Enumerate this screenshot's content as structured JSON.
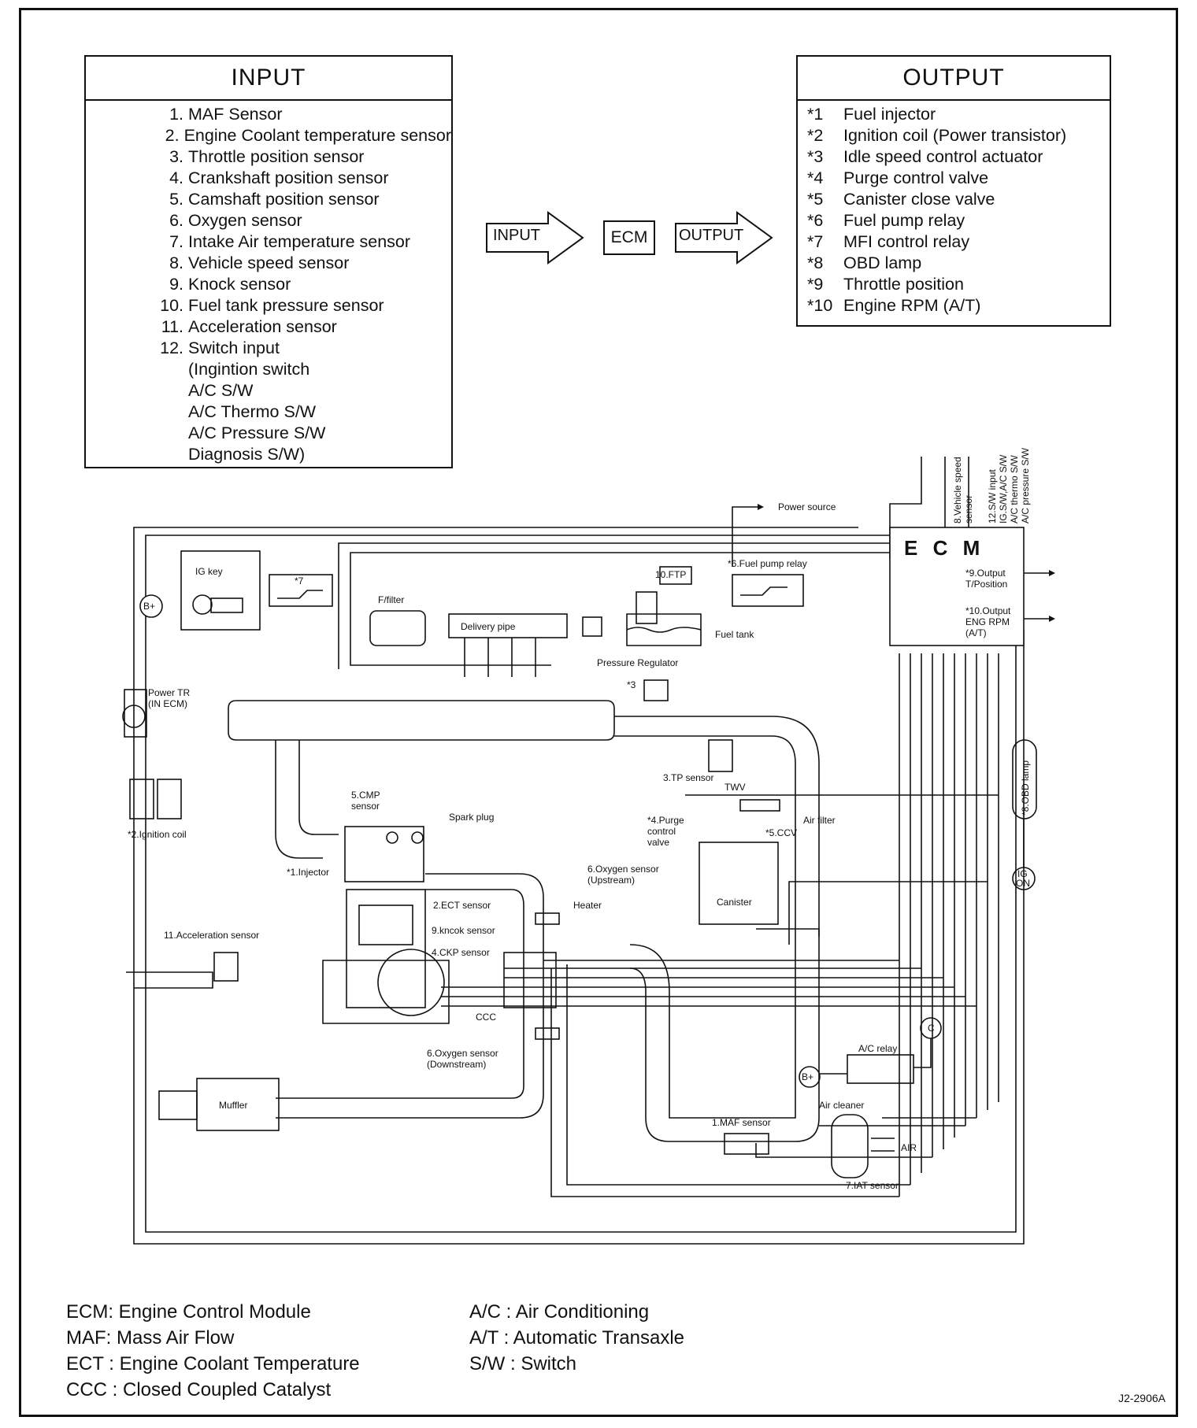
{
  "input_box": {
    "title": "INPUT",
    "items": [
      {
        "num": "1.",
        "label": "MAF Sensor"
      },
      {
        "num": "2.",
        "label": "Engine Coolant temperature sensor"
      },
      {
        "num": "3.",
        "label": "Throttle position sensor"
      },
      {
        "num": "4.",
        "label": "Crankshaft position sensor"
      },
      {
        "num": "5.",
        "label": "Camshaft position sensor"
      },
      {
        "num": "6.",
        "label": "Oxygen sensor"
      },
      {
        "num": "7.",
        "label": "Intake Air temperature sensor"
      },
      {
        "num": "8.",
        "label": "Vehicle speed sensor"
      },
      {
        "num": "9.",
        "label": "Knock sensor"
      },
      {
        "num": "10.",
        "label": "Fuel tank pressure sensor"
      },
      {
        "num": "11.",
        "label": "Acceleration sensor"
      },
      {
        "num": "12.",
        "label": "Switch input"
      }
    ],
    "sub_items": [
      "(Ingintion switch",
      "A/C S/W",
      "A/C Thermo S/W",
      "A/C Pressure S/W",
      "Diagnosis S/W)"
    ]
  },
  "output_box": {
    "title": "OUTPUT",
    "items": [
      {
        "num": "*1",
        "label": "Fuel injector"
      },
      {
        "num": "*2",
        "label": "Ignition coil (Power transistor)"
      },
      {
        "num": "*3",
        "label": "Idle speed control actuator"
      },
      {
        "num": "*4",
        "label": "Purge control valve"
      },
      {
        "num": "*5",
        "label": "Canister close valve"
      },
      {
        "num": "*6",
        "label": "Fuel pump relay"
      },
      {
        "num": "*7",
        "label": "MFI control relay"
      },
      {
        "num": "*8",
        "label": "OBD lamp"
      },
      {
        "num": "*9",
        "label": "Throttle position"
      },
      {
        "num": "*10",
        "label": "Engine RPM (A/T)"
      }
    ]
  },
  "flow": {
    "input": "INPUT",
    "ecm": "ECM",
    "output": "OUTPUT"
  },
  "diagram": {
    "ecm": "E C M",
    "output_9": [
      "*9.Output",
      "T/Position"
    ],
    "output_10": [
      "*10.Output",
      "ENG RPM",
      "(A/T)"
    ],
    "ecm_inputs": [
      "8.Vehicle speed",
      "sensor",
      "12.S/W input",
      "IG.S/W,A/C S/W",
      "A/C thermo S/W",
      "A/C pressure S/W"
    ],
    "power_source": "Power source",
    "ig_key": "IG key",
    "b_plus": "B+",
    "mfi_relay": "*7",
    "ffilter": "F/filter",
    "delivery_pipe": "Delivery pipe",
    "ftp": "10.FTP",
    "fuel_pump_relay": "*6.Fuel pump relay",
    "fuel_tank": "Fuel tank",
    "pressure_regulator": "Pressure Regulator",
    "isc": "*3",
    "power_tr": [
      "Power TR",
      "(IN ECM)"
    ],
    "ignition_coil": "*2.Ignition coil",
    "cmp_sensor": [
      "5.CMP",
      "sensor"
    ],
    "spark_plug": "Spark plug",
    "injector": "*1.Injector",
    "tp_sensor": "3.TP sensor",
    "twv": "TWV",
    "purge_valve": [
      "*4.Purge",
      "control",
      "valve"
    ],
    "air_filter": "Air filter",
    "ccv": "*5.CCV",
    "canister": "Canister",
    "obd_lamp": "*8.OBD lamp",
    "ig_on": [
      "IG",
      "ON"
    ],
    "o2_up": [
      "6.Oxygen sensor",
      "(Upstream)"
    ],
    "heater": "Heater",
    "ect_sensor": "2.ECT sensor",
    "knock_sensor": "9.kncok sensor",
    "ckp_sensor": "4.CKP sensor",
    "accel_sensor": "11.Acceleration sensor",
    "ccc": "CCC",
    "o2_down": [
      "6.Oxygen sensor",
      "(Downstream)"
    ],
    "muffler": "Muffler",
    "ac_relay": "A/C relay",
    "c_label": "C",
    "b_plus_2": "B+",
    "air_cleaner": "Air cleaner",
    "maf_sensor": "1.MAF sensor",
    "air": "AIR",
    "iat_sensor": "7.IAT sensor"
  },
  "legend": {
    "left": [
      "ECM: Engine Control Module",
      "MAF: Mass Air Flow",
      "ECT : Engine Coolant Temperature",
      "CCC : Closed Coupled Catalyst"
    ],
    "right": [
      "A/C : Air Conditioning",
      "A/T : Automatic Transaxle",
      "S/W : Switch"
    ]
  },
  "drawing_code": "J2-2906A"
}
